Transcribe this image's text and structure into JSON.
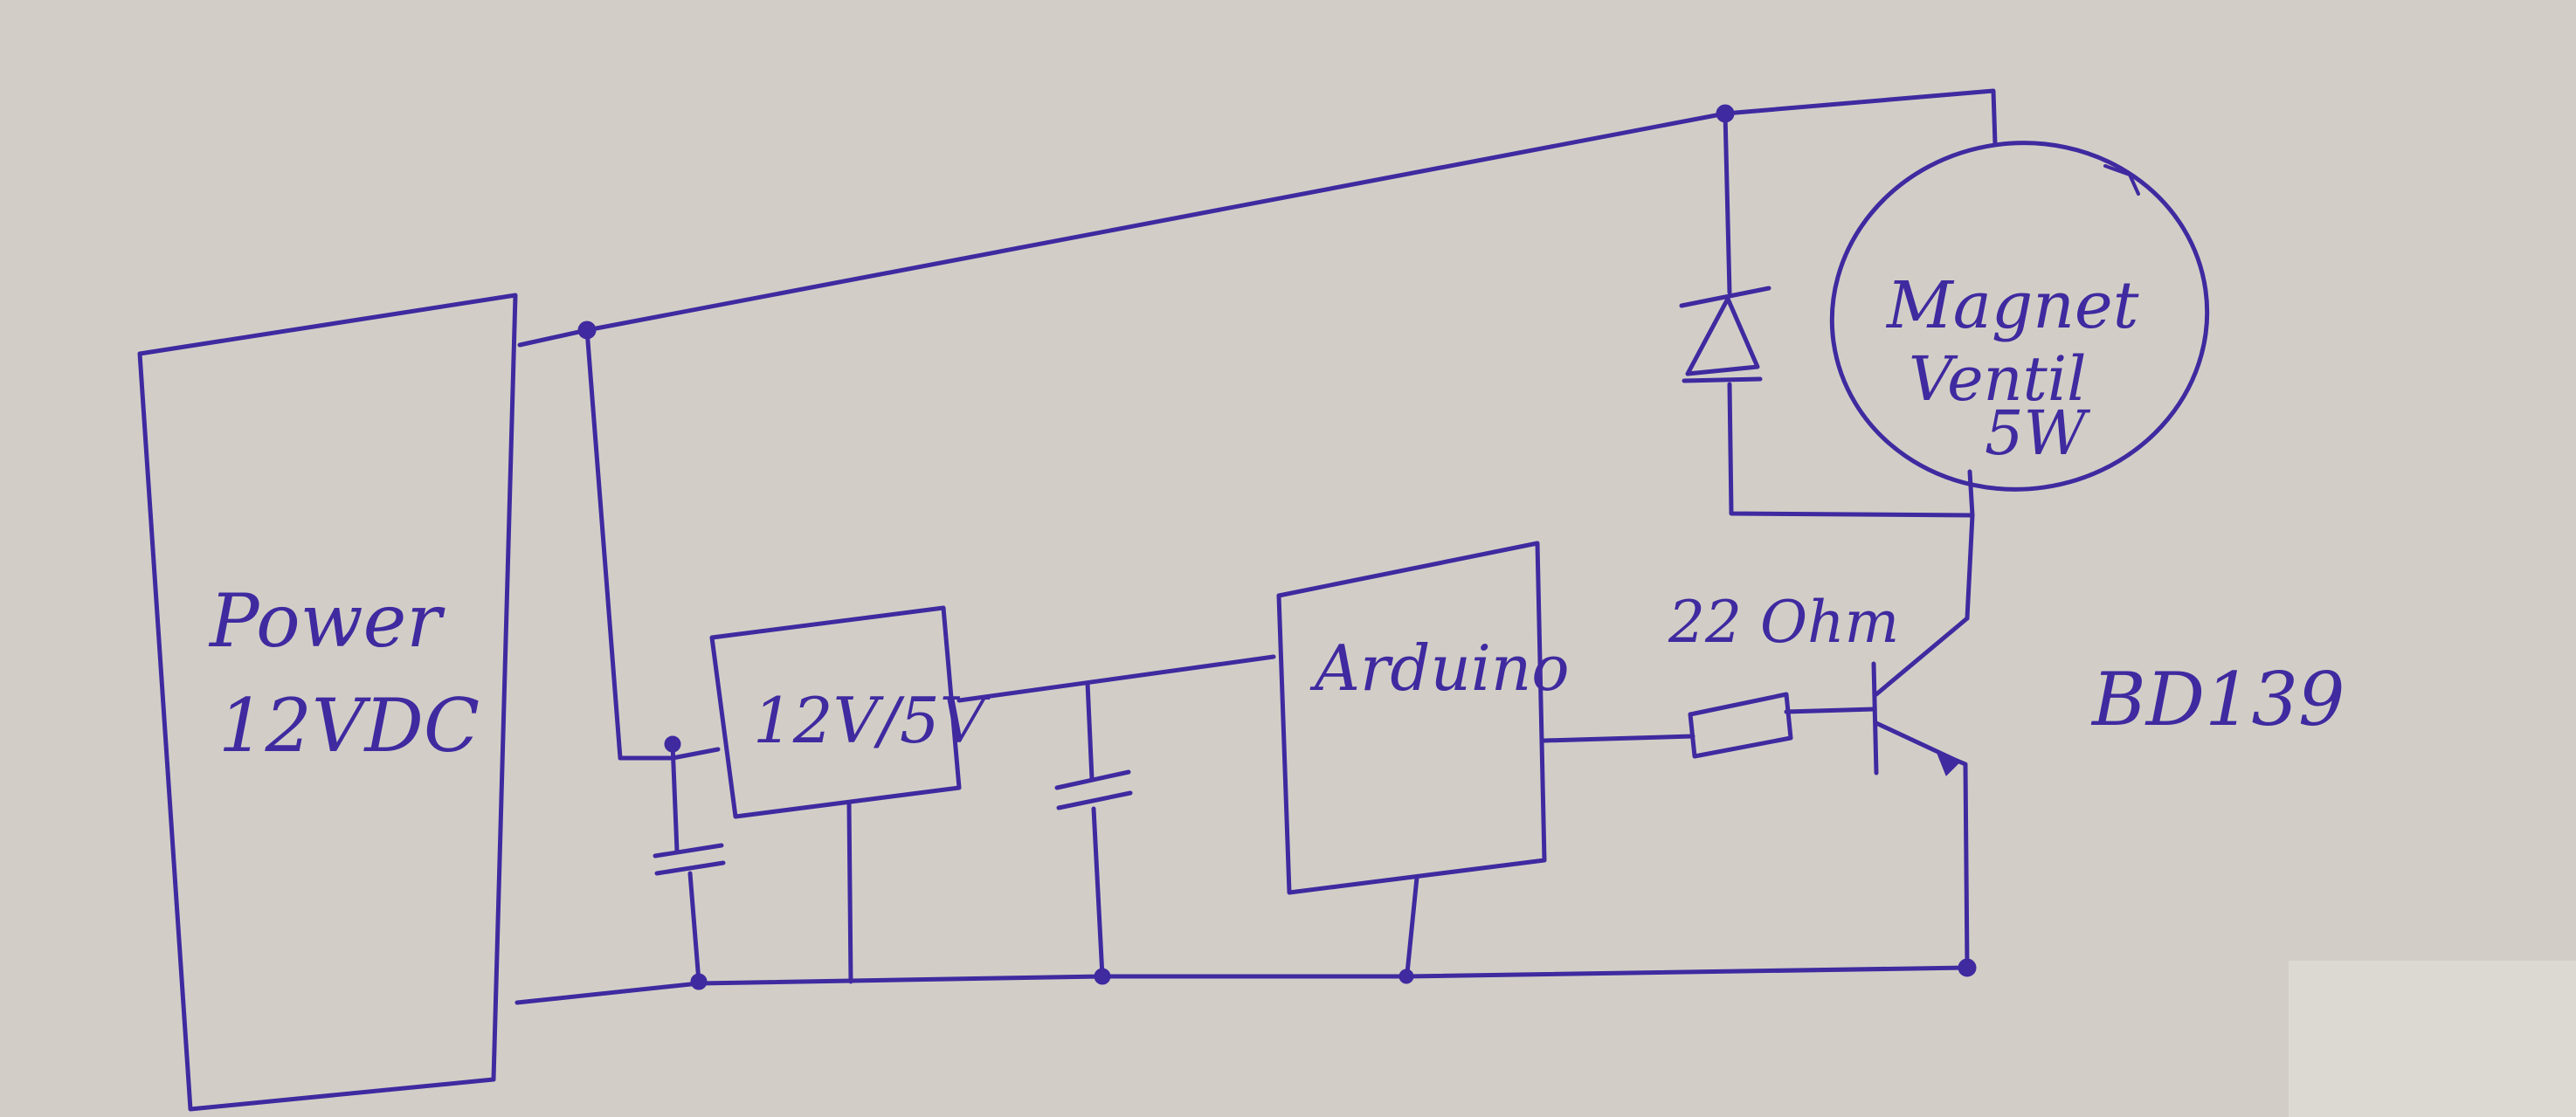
{
  "diagram": {
    "power_label_line1": "Power",
    "power_label_line2": "12VDC",
    "regulator_label": "12V/5V",
    "arduino_label": "Arduino",
    "resistor_label": "22 Ohm",
    "transistor_label": "BD139",
    "valve_label_line1": "Magnet",
    "valve_label_line2": "Ventil",
    "valve_label_line3": "5W"
  },
  "colors": {
    "paper": "#d2cec7",
    "ink": "#3f2aa0"
  }
}
